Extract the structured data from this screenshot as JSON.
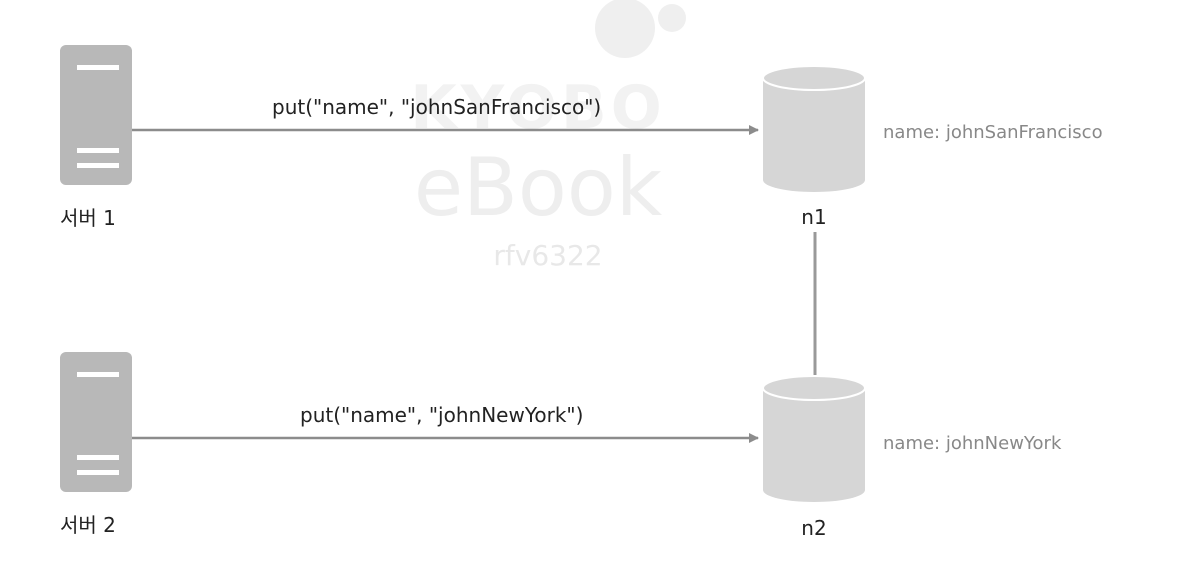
{
  "watermark": {
    "brand": "KYOBO",
    "product": "eBook",
    "user_id": "rfv6322"
  },
  "servers": [
    {
      "label": "서버 1"
    },
    {
      "label": "서버 2"
    }
  ],
  "requests": [
    {
      "text": "put(\"name\",  \"johnSanFrancisco\")"
    },
    {
      "text": "put(\"name\", \"johnNewYork\")"
    }
  ],
  "nodes": [
    {
      "label": "n1",
      "value": "name: johnSanFrancisco"
    },
    {
      "label": "n2",
      "value": "name: johnNewYork"
    }
  ],
  "colors": {
    "server": "#b8b8b8",
    "server_slot": "#ffffff",
    "arrow": "#8c8c8c",
    "cylinder": "#d6d6d6",
    "cylinder_rim": "#ffffff",
    "link": "#999999",
    "watermark": "#efefef"
  }
}
